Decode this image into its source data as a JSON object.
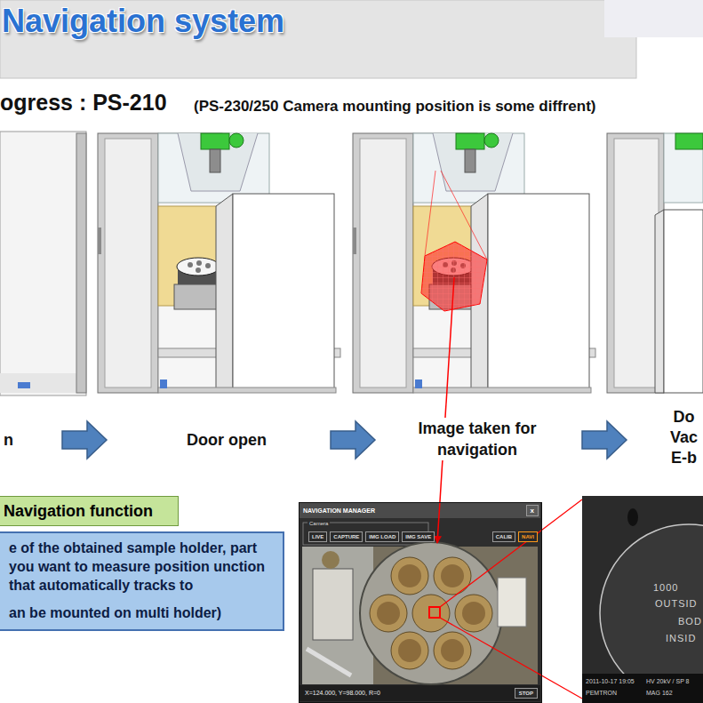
{
  "diagram": {
    "title": "Navigation system",
    "nodes": [
      {
        "text": [
          "Navigation function"
        ]
      },
      {
        "text": [
          "e of the obtained sample holder, part you want to measure position unction that automatically tracks to",
          "an be mounted on multi holder)"
        ]
      },
      {
        "text": [
          "NAVIGATION MANAGER",
          "Camera",
          "X=124.000, Y=98.000, R=0"
        ]
      },
      {
        "text": [
          "x"
        ],
        "in": 2
      },
      {
        "text": [
          "LIVE"
        ],
        "in": 2
      },
      {
        "text": [
          "CAPTURE"
        ],
        "in": 2
      },
      {
        "text": [
          "IMG LOAD"
        ],
        "in": 2
      },
      {
        "text": [
          "IMG SAVE"
        ],
        "in": 2
      },
      {
        "text": [
          "CALIB"
        ],
        "in": 2
      },
      {
        "text": [
          "NAVI"
        ],
        "in": 2
      },
      {
        "text": [
          "STOP"
        ],
        "in": 2
      },
      {
        "text": [
          "1000",
          "OUTSID",
          "BOD",
          "INSID",
          "2011-10-17 19:05",
          "HV 20kV / SP 8",
          "PEMTRON",
          "MAG 162"
        ]
      }
    ],
    "labels": [
      "ogress : PS-210",
      "(PS-230/250 Camera mounting position is some diffrent)",
      "n",
      "Door open",
      "Image taken for navigation",
      "Do Vac E-b"
    ]
  }
}
